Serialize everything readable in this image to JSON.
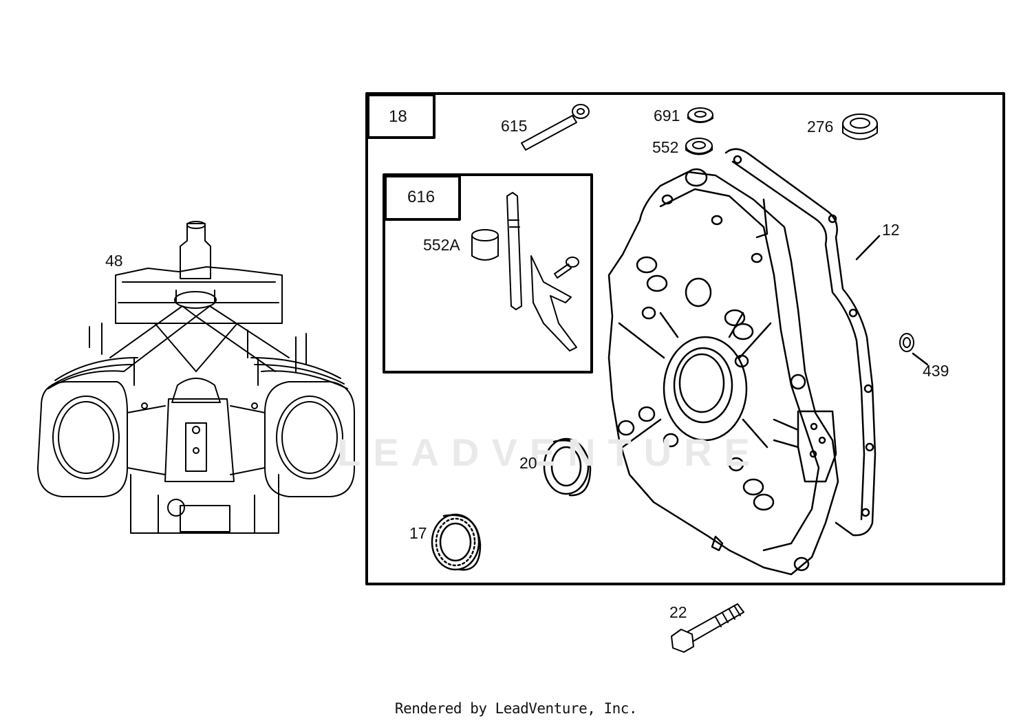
{
  "labels": {
    "p48": "48",
    "p18": "18",
    "p615": "615",
    "p691": "691",
    "p552": "552",
    "p276": "276",
    "p616": "616",
    "p552a": "552A",
    "p12": "12",
    "p439": "439",
    "p20": "20",
    "p17": "17",
    "p22": "22"
  },
  "watermark": "LEADVENTURE",
  "footer": "Rendered by LeadVenture, Inc."
}
